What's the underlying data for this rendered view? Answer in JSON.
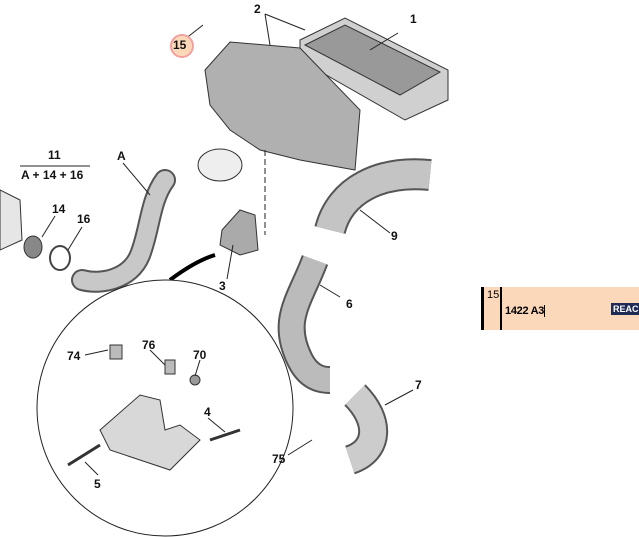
{
  "diagram": {
    "labels": {
      "l1": "1",
      "l2": "2",
      "l15": "15",
      "l11": "11",
      "l11_formula": "A + 14 + 16",
      "lA": "A",
      "l14": "14",
      "l16": "16",
      "l3": "3",
      "l9": "9",
      "l6": "6",
      "l7": "7",
      "l75": "75",
      "l74": "74",
      "l76": "76",
      "l70": "70",
      "l4": "4",
      "l5": "5"
    }
  },
  "parts_row": {
    "index": "15",
    "reference": "1422 A3",
    "reach_button": "REACH"
  },
  "colors": {
    "highlight": "#fbd9b8",
    "row_bg": "#fcd8bb",
    "reach_bg": "#1f2a55"
  }
}
